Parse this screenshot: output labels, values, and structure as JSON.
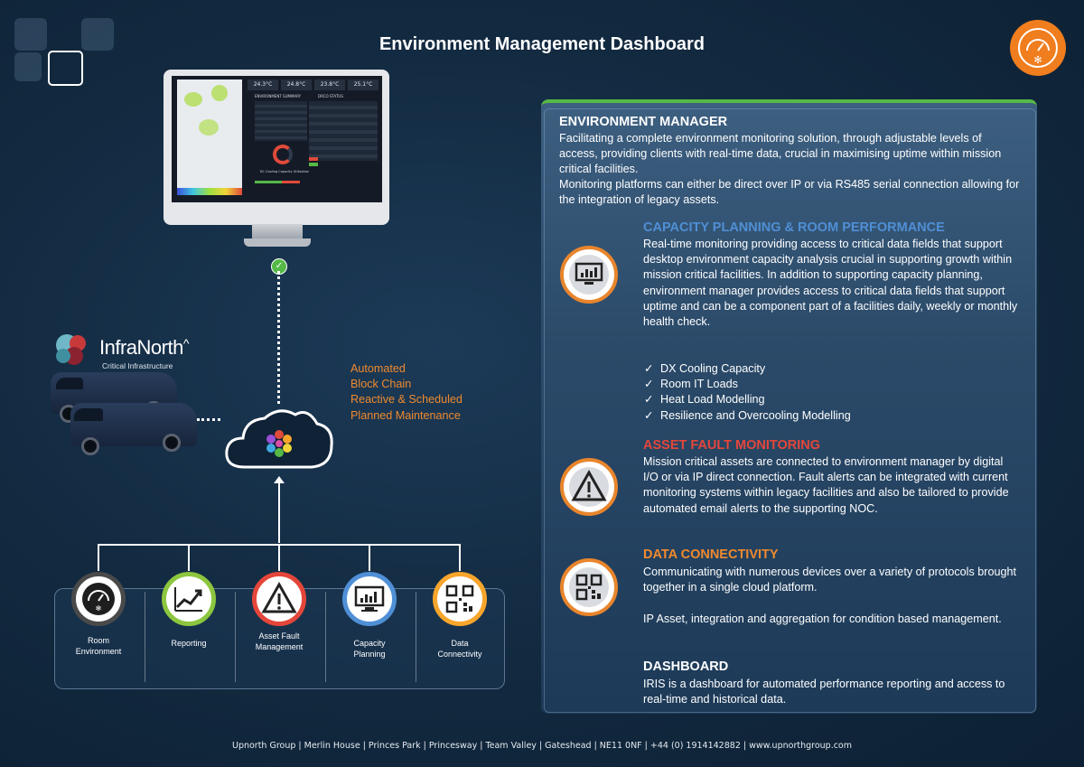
{
  "title": "Environment Management Dashboard",
  "colors": {
    "accent_orange": "#ef8a2e",
    "accent_green": "#56b947",
    "heading_blue": "#4f8fd6",
    "heading_red": "#e4463a"
  },
  "monitor": {
    "temps": [
      "24.3°C",
      "24.8°C",
      "23.8°C",
      "25.1°C"
    ],
    "summary_heading": "ENVIRONMENT SUMMARY",
    "status_heading": "DRCO STATUS",
    "gauge_label": "DC Cooling Capacity Utilisation"
  },
  "brand": {
    "name": "InfraNorth",
    "mark": "^",
    "tagline": "Critical Infrastructure"
  },
  "services": [
    "Automated",
    "Block Chain",
    "Reactive & Scheduled",
    "Planned Maintenance"
  ],
  "bottom_icons": [
    {
      "icon": "room-environment-icon",
      "label": "Room\nEnvironment",
      "ring": "#4a4a4a"
    },
    {
      "icon": "reporting-icon",
      "label": "Reporting",
      "ring": "#8cc63f"
    },
    {
      "icon": "warning-icon",
      "label": "Asset Fault\nManagement",
      "ring": "#e4463a"
    },
    {
      "icon": "monitor-chart-icon",
      "label": "Capacity\nPlanning",
      "ring": "#4f8fd6"
    },
    {
      "icon": "qr-code-icon",
      "label": "Data\nConnectivity",
      "ring": "#f7a52b"
    }
  ],
  "panel": {
    "heading": "ENVIRONMENT MANAGER",
    "intro": "Facilitating a complete environment monitoring solution, through adjustable levels of access, providing clients with real-time data, crucial in maximising uptime within mission critical facilities.",
    "intro2": "Monitoring platforms can either be direct over IP or via RS485 serial connection allowing for the integration of legacy assets.",
    "capacity_heading": "CAPACITY PLANNING & ROOM PERFORMANCE",
    "capacity_text": "Real-time monitoring providing access to critical data fields that support desktop environment capacity analysis crucial in supporting growth within mission critical facilities. In addition to supporting capacity planning, environment manager provides access to critical data fields that support uptime and can be a component part of a facilities daily, weekly or monthly health check.",
    "capacity_list": [
      "DX Cooling Capacity",
      "Room IT Loads",
      "Heat Load Modelling",
      "Resilience and Overcooling Modelling"
    ],
    "asset_heading": "ASSET FAULT MONITORING",
    "asset_text": "Mission critical assets are connected to environment manager by digital I/O or via IP direct connection. Fault alerts can be integrated with current monitoring systems within legacy facilities and also be tailored to provide automated email alerts to the supporting NOC.",
    "data_heading": "DATA CONNECTIVITY",
    "data_text": "Communicating with numerous devices over a variety of protocols brought together in a single cloud platform.",
    "data_text2": "IP Asset, integration and aggregation for condition based management.",
    "dashboard_heading": "DASHBOARD",
    "dashboard_text": "IRIS is a dashboard for automated performance reporting and access to real-time and historical data."
  },
  "footer": "Upnorth Group | Merlin House | Princes Park | Princesway | Team Valley | Gateshead | NE11 0NF  | +44 (0) 1914142882 | www.upnorthgroup.com"
}
